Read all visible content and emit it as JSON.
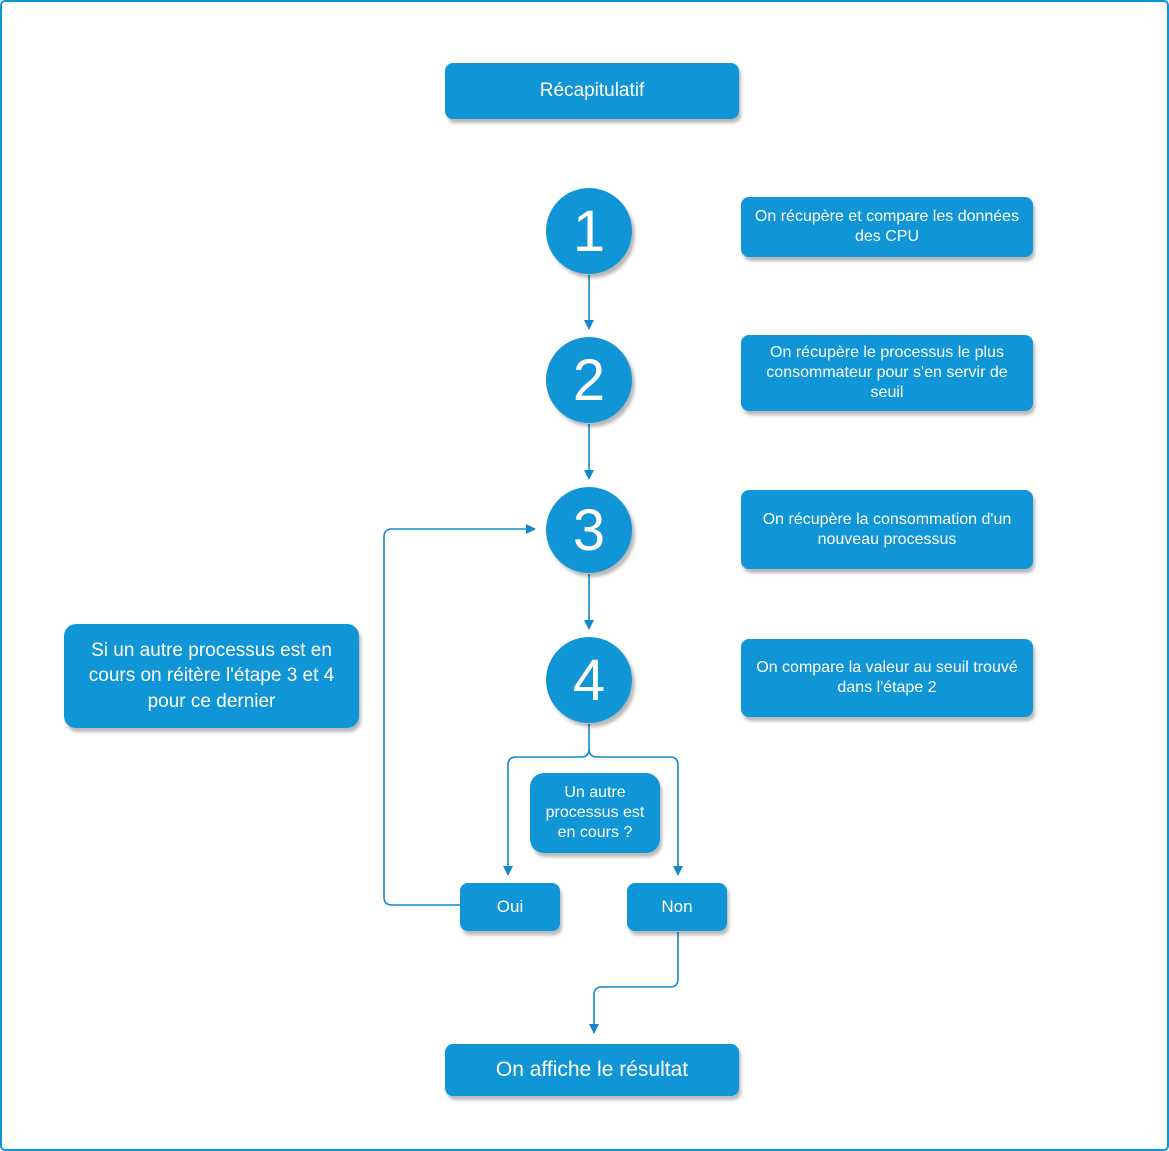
{
  "colors": {
    "node_fill": "#1095d7",
    "line": "#1389cd",
    "frame": "#0c95da",
    "text": "#ffffff"
  },
  "title": "Récapitulatif",
  "steps": [
    {
      "number": "1",
      "description": "On récupère et compare les données des CPU"
    },
    {
      "number": "2",
      "description": "On récupère le processus le plus consommateur pour s'en servir de seuil"
    },
    {
      "number": "3",
      "description": "On récupère la consommation d'un nouveau processus"
    },
    {
      "number": "4",
      "description": "On compare la valeur au seuil trouvé dans l'étape 2"
    }
  ],
  "loop_note": "Si un autre processus est en cours on réitère l'étape 3 et 4 pour ce dernier",
  "decision": {
    "question": "Un autre processus est en cours ?",
    "yes_label": "Oui",
    "no_label": "Non"
  },
  "result": "On affiche le résultat"
}
